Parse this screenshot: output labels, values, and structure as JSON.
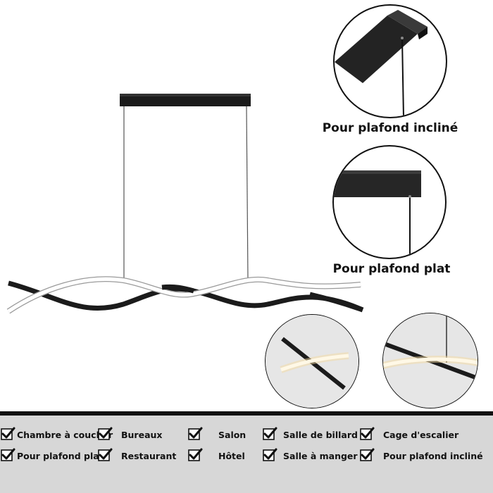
{
  "captions": {
    "incline": "Pour plafond incliné",
    "flat": "Pour plafond plat"
  },
  "features": [
    "Chambre à coucher",
    "Bureaux",
    "Salon",
    "Salle de billard",
    "Cage d'escalier",
    "Pour plafond plat",
    "Restaurant",
    "Hôtel",
    "Salle à manger",
    "Pour plafond incliné"
  ],
  "icons": {
    "feature": "check-icon"
  },
  "colors": {
    "lamp_black": "#1b1b1b",
    "led_white": "#ffffff",
    "band_background": "#d7d7d7",
    "band_border": "#111111"
  }
}
